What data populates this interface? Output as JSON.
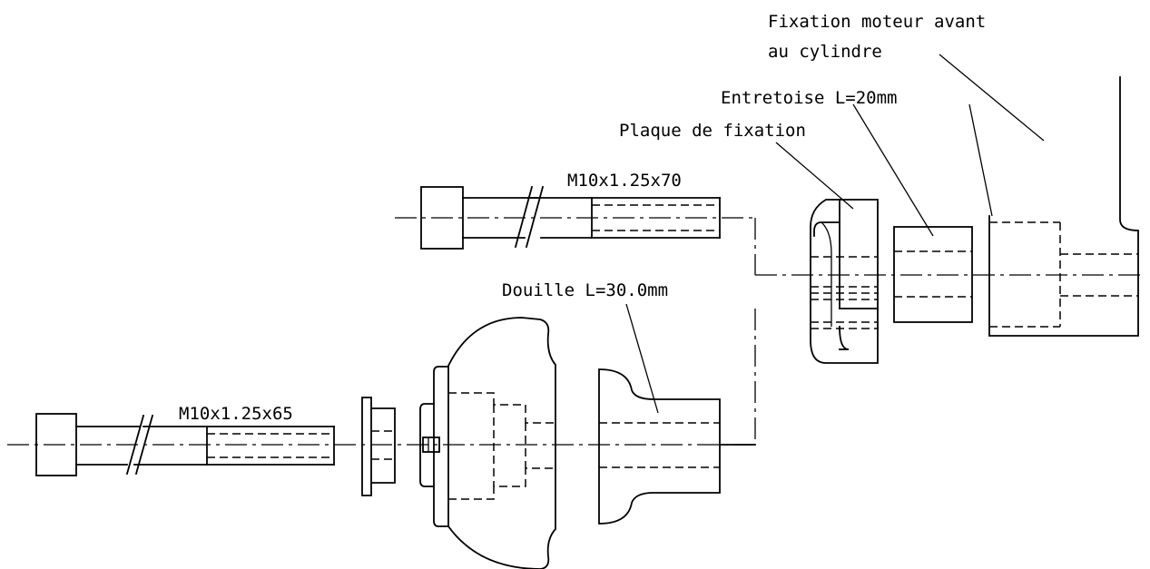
{
  "labels": {
    "fixation_moteur_line1": "Fixation moteur avant",
    "fixation_moteur_line2": "au cylindre",
    "entretoise": "Entretoise L=20mm",
    "plaque": "Plaque de fixation",
    "vis_haut": "M10x1.25x70",
    "douille": "Douille L=30.0mm",
    "vis_bas": "M10x1.25x65"
  }
}
